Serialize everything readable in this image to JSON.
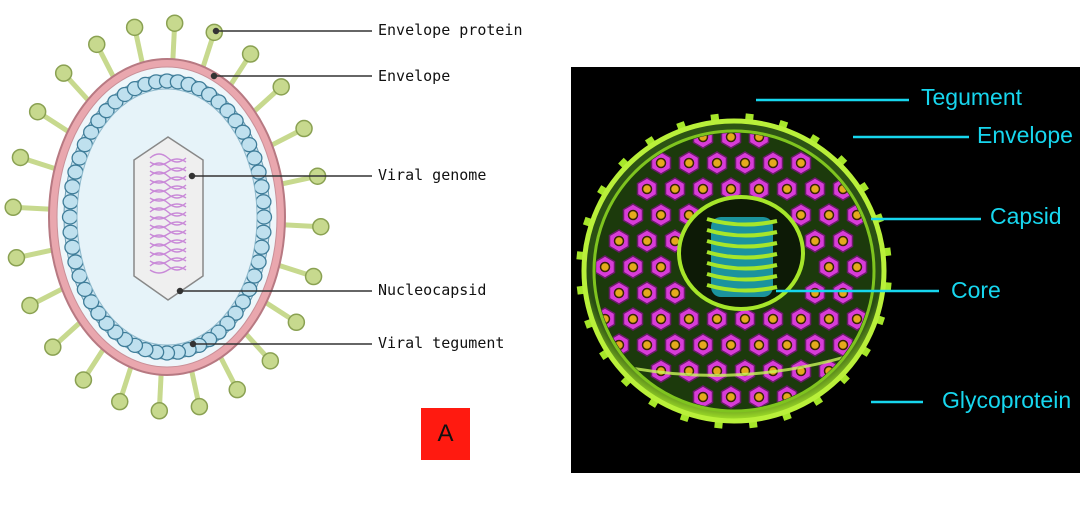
{
  "left_diagram": {
    "labels": {
      "envelope_protein": "Envelope protein",
      "envelope": "Envelope",
      "viral_genome": "Viral genome",
      "nucleocapsid": "Nucleocapsid",
      "viral_tegument": "Viral tegument"
    },
    "badge": "A",
    "colors": {
      "spike": "#c7d98e",
      "envelope": "#e9a7ae",
      "tegument_bead": "#bfe0ee",
      "interior": "#e6f3f9",
      "genome": "#c98ad8",
      "badge_bg": "#ff1a10"
    }
  },
  "right_diagram": {
    "labels": {
      "tegument": "Tegument",
      "envelope": "Envelope",
      "capsid": "Capsid",
      "core": "Core",
      "glycoprotein": "Glycoprotein"
    },
    "colors": {
      "label": "#17d6ee",
      "shell": "#a6e62a",
      "capsomere": "#d83cd8",
      "core": "#1fa9b8",
      "background": "#000000"
    }
  }
}
